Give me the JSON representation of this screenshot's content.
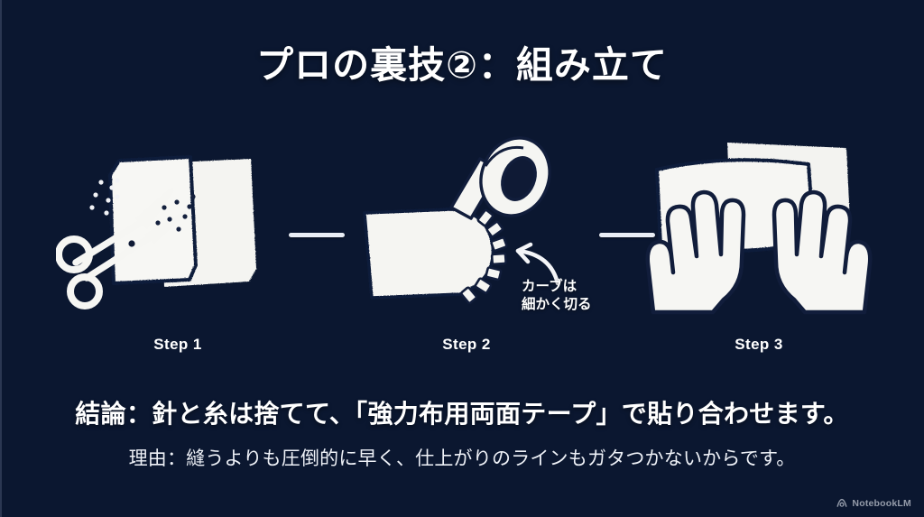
{
  "slide": {
    "title": "プロの裏技②：組み立て",
    "background_color": "#0f1a35",
    "text_color": "#ffffff",
    "accent_color": "#e9edf5"
  },
  "steps": [
    {
      "label": "Step 1",
      "illustration": "scissors-cutting-fabric-icon"
    },
    {
      "label": "Step 2",
      "illustration": "tape-roll-on-curved-fabric-icon"
    },
    {
      "label": "Step 3",
      "illustration": "hands-pressing-fabric-icon"
    }
  ],
  "connectors": [
    {
      "name": "connector-1"
    },
    {
      "name": "connector-2"
    }
  ],
  "annotation": {
    "line1": "カーブは",
    "line2": "細かく切る",
    "arrow": "curved-arrow-left-icon"
  },
  "conclusion": "結論：針と糸は捨てて、「強力布用両面テープ」で貼り合わせます。",
  "reason": "理由：縫うよりも圧倒的に早く、仕上がりのラインもガタつかないからです。",
  "watermark": {
    "label": "NotebookLM",
    "icon": "notebooklm-logo-icon"
  }
}
